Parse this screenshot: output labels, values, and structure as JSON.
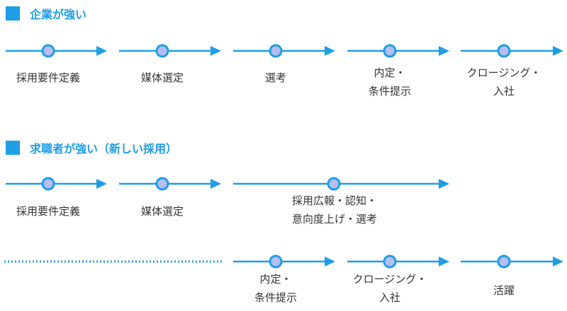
{
  "colors": {
    "accent": "#1e9ee6",
    "node_fill": "#b7bdf0",
    "text": "#333333"
  },
  "section1": {
    "title": "企業が強い",
    "steps": [
      {
        "line1": "採用要件定義",
        "line2": ""
      },
      {
        "line1": "媒体選定",
        "line2": ""
      },
      {
        "line1": "選考",
        "line2": ""
      },
      {
        "line1": "内定・",
        "line2": "条件提示"
      },
      {
        "line1": "クロージング・",
        "line2": "入社"
      }
    ]
  },
  "section2": {
    "title": "求職者が強い（新しい採用）",
    "row1_steps": [
      {
        "line1": "採用要件定義",
        "line2": ""
      },
      {
        "line1": "媒体選定",
        "line2": ""
      },
      {
        "line1": "採用広報・認知・",
        "line2": "意向度上げ・選考"
      }
    ],
    "row2_steps": [
      {
        "line1": "内定・",
        "line2": "条件提示"
      },
      {
        "line1": "クロージング・",
        "line2": "入社"
      },
      {
        "line1": "活躍",
        "line2": ""
      }
    ]
  }
}
